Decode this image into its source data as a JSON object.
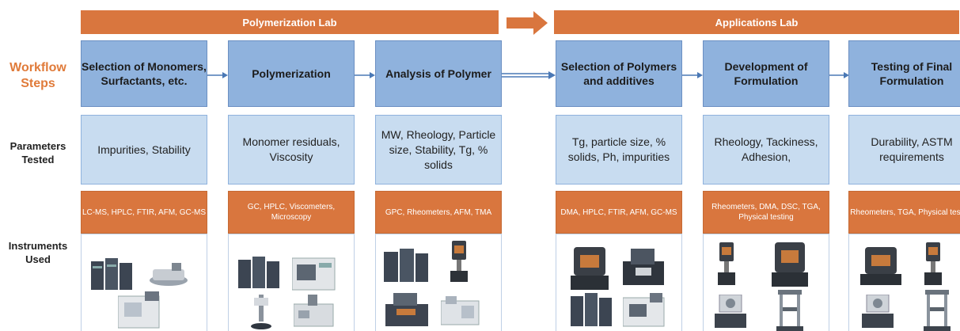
{
  "banners": {
    "polymerization_lab": "Polymerization Lab",
    "applications_lab": "Applications Lab"
  },
  "row_labels": {
    "workflow": "Workflow Steps",
    "parameters": "Parameters Tested",
    "instruments": "Instruments Used"
  },
  "columns": [
    {
      "step": "Selection of Monomers, Surfactants, etc.",
      "params": "Impurities, Stability",
      "instruments": "LC-MS, HPLC, FTIR, AFM, GC-MS"
    },
    {
      "step": "Polymerization",
      "params": "Monomer residuals, Viscosity",
      "instruments": "GC, HPLC, Viscometers, Microscopy"
    },
    {
      "step": "Analysis of Polymer",
      "params": "MW, Rheology, Particle size, Stability, Tg, % solids",
      "instruments": "GPC, Rheometers, AFM, TMA"
    },
    {
      "step": "Selection of Polymers and additives",
      "params": "Tg, particle size, % solids, Ph, impurities",
      "instruments": "DMA, HPLC, FTIR, AFM, GC-MS"
    },
    {
      "step": "Development of Formulation",
      "params": "Rheology, Tackiness, Adhesion,",
      "instruments": "Rheometers, DMA, DSC, TGA, Physical testing"
    },
    {
      "step": "Testing of Final Formulation",
      "params": "Durability, ASTM requirements",
      "instruments": "Rheometers, TGA, Physical testing"
    }
  ],
  "colors": {
    "banner": "#d9763e",
    "step": "#8fb2dd",
    "params": "#c8dcf0",
    "instruments": "#d9763e",
    "label_accent": "#e07b3a"
  }
}
